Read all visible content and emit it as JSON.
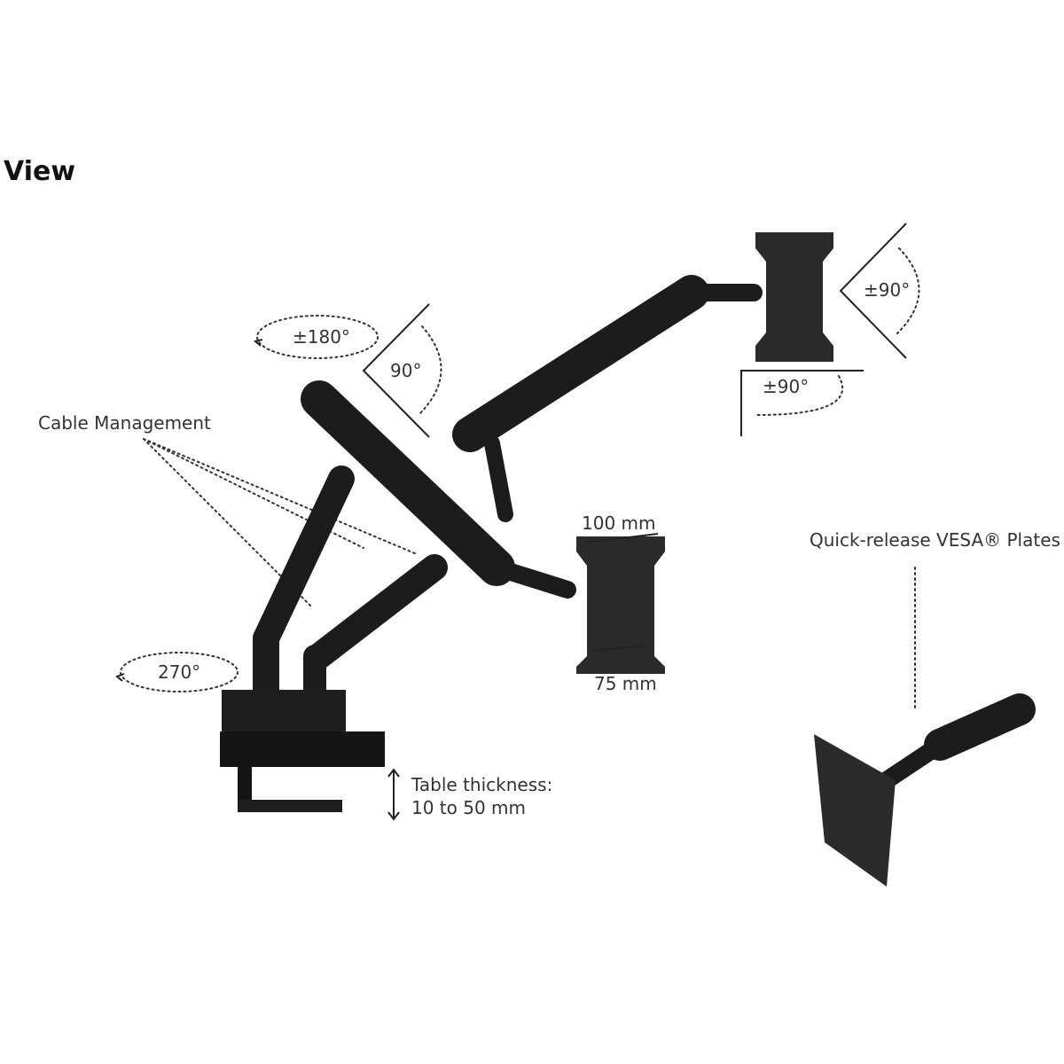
{
  "title": "View",
  "labels": {
    "rotation_180": "±180°",
    "tilt_90": "90°",
    "rotate_right_90": "±90°",
    "swivel_90": "±90°",
    "cable_management": "Cable Management",
    "vesa_100": "100 mm",
    "vesa_75": "75 mm",
    "rotation_270": "270°",
    "table_thickness_line1": "Table thickness:",
    "table_thickness_line2": "10 to 50 mm",
    "quick_release": "Quick-release VESA® Plates"
  }
}
